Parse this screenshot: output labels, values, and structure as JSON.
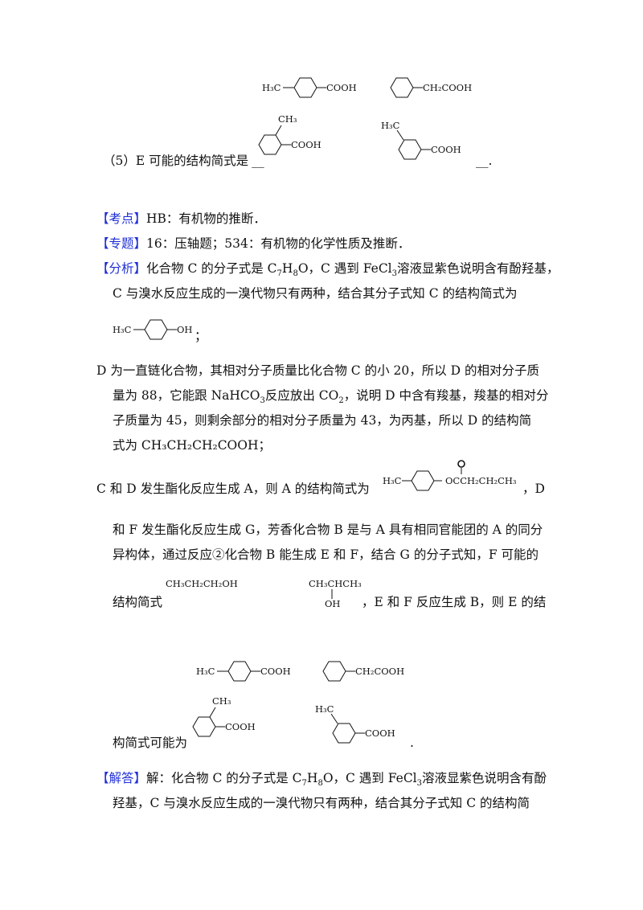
{
  "q5": {
    "label": "（5）E 可能的结构简式是",
    "blank_a": "__",
    "blank_b": "__."
  },
  "kaodian": {
    "tag": "【考点】",
    "text": "HB：有机物的推断．"
  },
  "zhuanti": {
    "tag": "【专题】",
    "text": "16：压轴题；534：有机物的化学性质及推断．"
  },
  "fenxi": {
    "tag": "【分析】",
    "l1a": "化合物 C 的分子式是 C",
    "l1b": "7",
    "l1c": "H",
    "l1d": "8",
    "l1e": "O，C 遇到 FeCl",
    "l1f": "3",
    "l1g": "溶液显紫色说明含有酚羟基，",
    "l2": "C 与溴水反应生成的一溴代物只有两种，结合其分子式知 C 的结构简式为",
    "semi": "；",
    "d1": "D 为一直链化合物，其相对分子质量比化合物 C 的小 20，所以 D 的相对分子质",
    "d2a": "量为 88，它能跟 NaHCO",
    "d2b": "3",
    "d2c": "反应放出 CO",
    "d2d": "2",
    "d2e": "，说明 D 中含有羧基，羧基的相对分",
    "d3": "子质量为 45，则剩余部分的相对分子质量为 43，为丙基，所以 D 的结构简",
    "d4": "式为 CH₃CH₂CH₂COOH；",
    "c1": "C 和 D 发生酯化反应生成 A，则 A 的结构简式为",
    "c1end": "，D",
    "c2": "和 F 发生酯化反应生成 G，芳香化合物 B 是与 A 具有相同官能团的 A 的同分",
    "c3": "异构体，通过反应②化合物 B 能生成 E 和 F，结合 G 的分子式知，F 可能的",
    "c4a": "结构简式",
    "c4b": "，E 和 F 反应生成 B，则 E 的结",
    "c5": "构简式可能为",
    "c5end": "."
  },
  "jieda": {
    "tag": "【解答】",
    "l1a": "解：化合物 C 的分子式是 C",
    "l1b": "7",
    "l1c": "H",
    "l1d": "8",
    "l1e": "O，C 遇到 FeCl",
    "l1f": "3",
    "l1g": "溶液显紫色说明含有酚",
    "l2": "羟基，C 与溴水反应生成的一溴代物只有两种，结合其分子式知 C 的结构简"
  },
  "chem": {
    "h3c": "H₃C",
    "cooh": "COOH",
    "ch2cooh": "CH₂COOH",
    "ch3": "CH₃",
    "oh": "OH",
    "ester": "OCCH₂CH₂CH₃",
    "o": "O",
    "propanol": "CH₃CH₂CH₂OH",
    "isopropyl": "CH₃CHCH₃",
    "oh2": "OH"
  }
}
